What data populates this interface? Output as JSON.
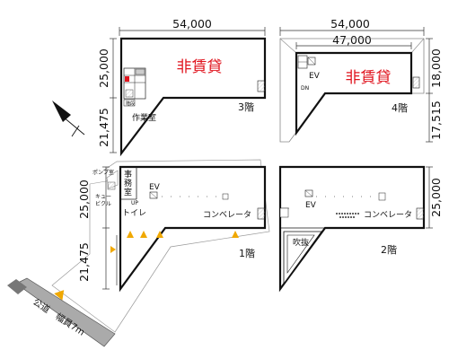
{
  "floor3": {
    "label": "3階",
    "status": "非賃貸",
    "room": "作業室",
    "dim_width": "54,000",
    "dim_depth": "25,000",
    "dim_depth2": "21,475"
  },
  "floor4": {
    "label": "4階",
    "status": "非賃貸",
    "ev": "EV",
    "dn": "DN",
    "dim_width": "54,000",
    "dim_width2": "47,000",
    "dim_depth": "18,000",
    "dim_depth2": "17,515"
  },
  "floor1": {
    "label": "1階",
    "ev": "EV",
    "office": [
      "事",
      "務",
      "室"
    ],
    "toilet": "トイレ",
    "up": "UP",
    "conveyor": "コンベレータ",
    "pump": "ポンプ室",
    "cubicle": [
      "キュー",
      "ビクル"
    ],
    "dim_depth": "25,000",
    "dim_depth2": "21,475"
  },
  "floor2": {
    "label": "2階",
    "ev": "EV",
    "conveyor": "コンベレータ",
    "atrium": "吹抜",
    "dim_depth": "25,000"
  },
  "road": {
    "label": "公道　幅員7m"
  }
}
